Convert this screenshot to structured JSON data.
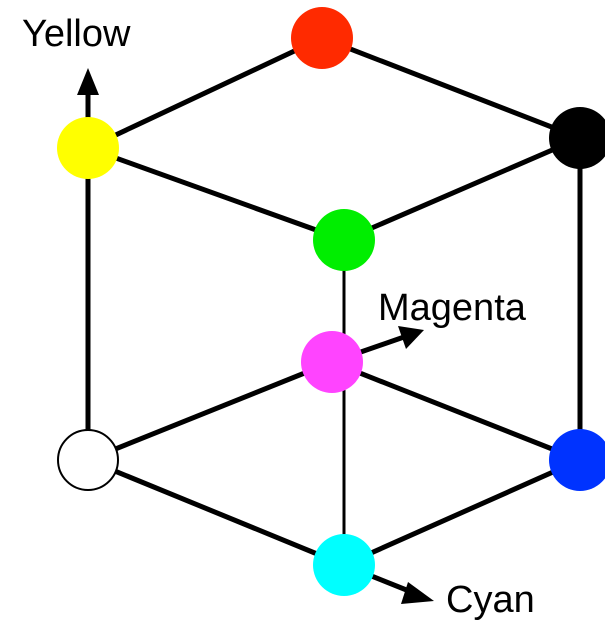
{
  "axes": {
    "yellow_label": "Yellow",
    "magenta_label": "Magenta",
    "cyan_label": "Cyan"
  },
  "vertices": [
    {
      "name": "red",
      "color": "#ff2a00"
    },
    {
      "name": "yellow",
      "color": "#ffff00"
    },
    {
      "name": "black",
      "color": "#000000"
    },
    {
      "name": "green",
      "color": "#00ee00"
    },
    {
      "name": "magenta",
      "color": "#ff44ff"
    },
    {
      "name": "white",
      "color": "#ffffff"
    },
    {
      "name": "blue",
      "color": "#0033ff"
    },
    {
      "name": "cyan",
      "color": "#00ffff"
    }
  ]
}
